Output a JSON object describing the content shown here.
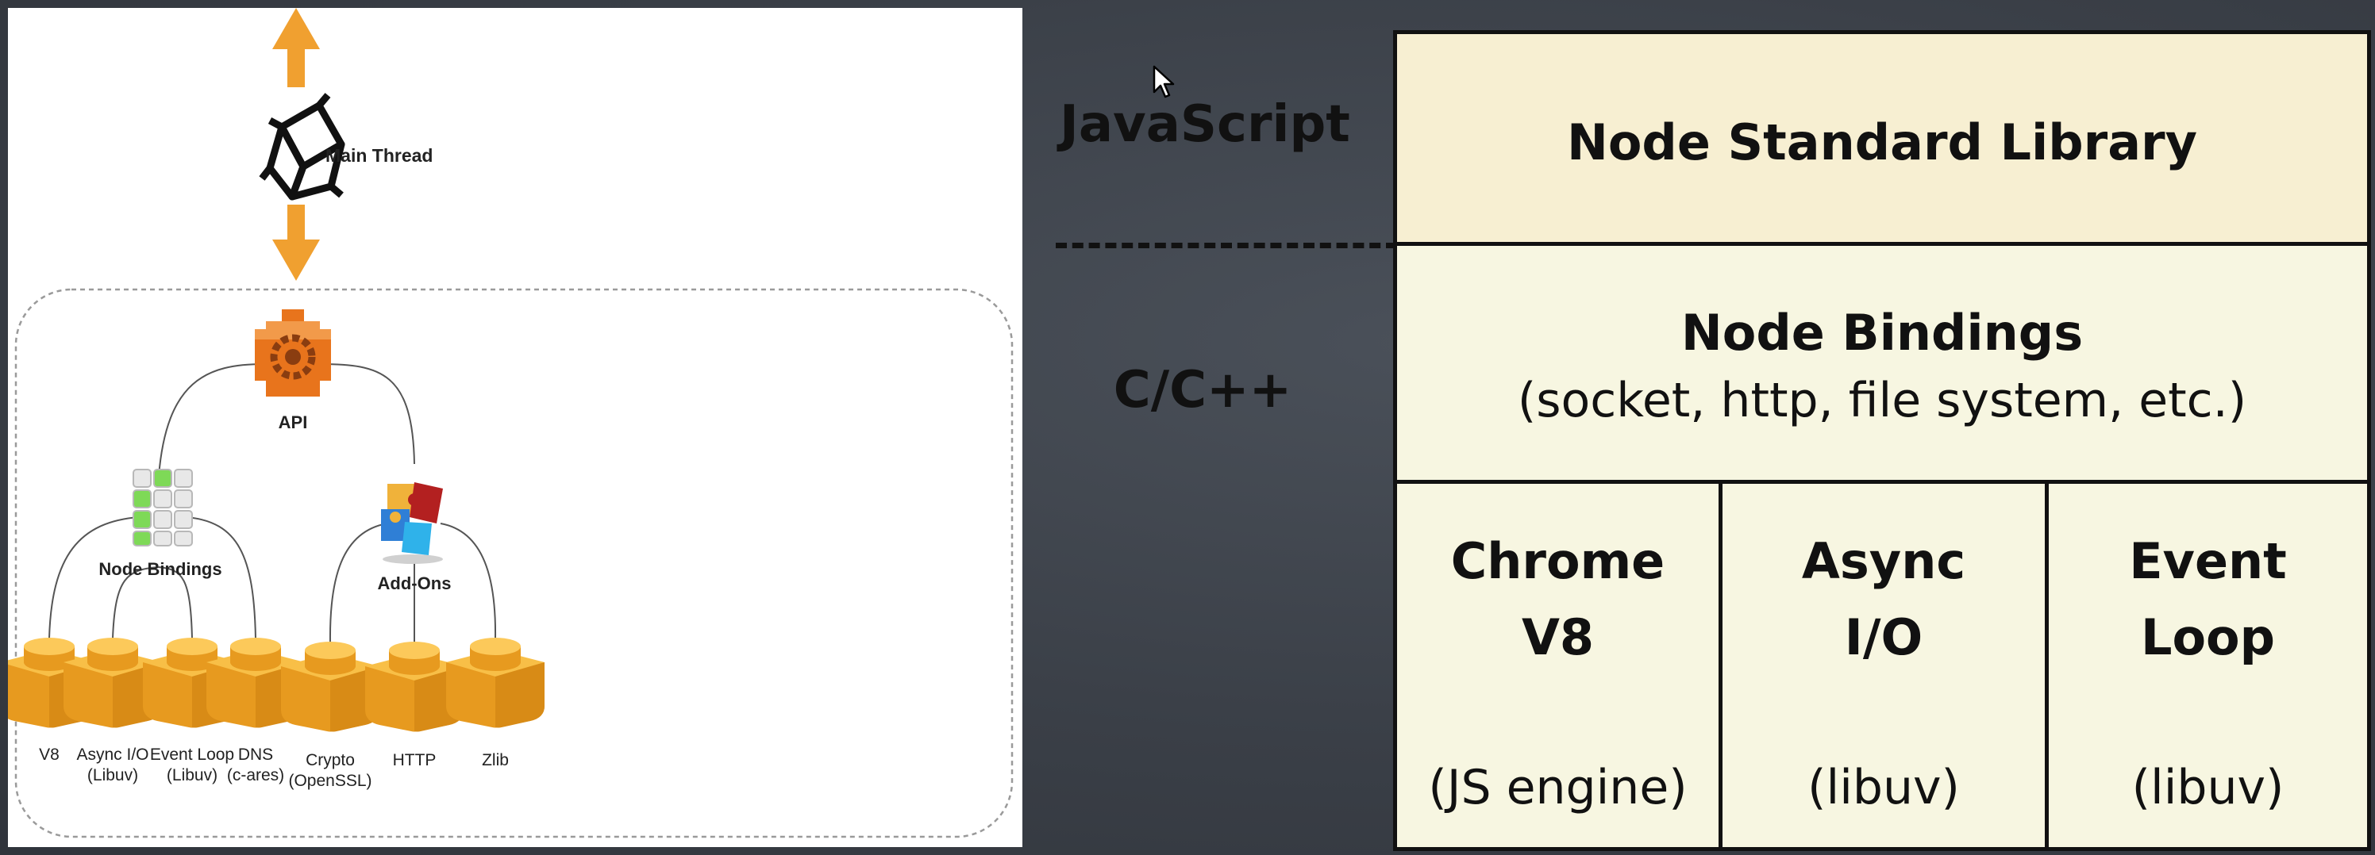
{
  "left_diagram": {
    "main_thread": "Main Thread",
    "api": "API",
    "node_bindings": "Node Bindings",
    "add_ons": "Add-Ons",
    "blocks": [
      {
        "line1": "V8",
        "line2": ""
      },
      {
        "line1": "Async I/O",
        "line2": "(Libuv)"
      },
      {
        "line1": "Event Loop",
        "line2": "(Libuv)"
      },
      {
        "line1": "DNS",
        "line2": "(c-ares)"
      },
      {
        "line1": "Crypto",
        "line2": "(OpenSSL)"
      },
      {
        "line1": "HTTP",
        "line2": ""
      },
      {
        "line1": "Zlib",
        "line2": ""
      }
    ]
  },
  "layers": {
    "javascript": "JavaScript",
    "cpp": "C/C++"
  },
  "stack": {
    "stdlib": "Node Standard Library",
    "bindings_title": "Node Bindings",
    "bindings_sub": "(socket, http, file system, etc.)",
    "cells": [
      {
        "title1": "Chrome",
        "title2": "V8",
        "sub": "(JS engine)"
      },
      {
        "title1": "Async",
        "title2": "I/O",
        "sub": "(libuv)"
      },
      {
        "title1": "Event",
        "title2": "Loop",
        "sub": "(libuv)"
      }
    ]
  },
  "colors": {
    "orange": "#f0a030",
    "block_yellow": "#f6b12d",
    "stdlib_bg": "#f7efd2",
    "box_bg": "#f7f6e1"
  },
  "icons": [
    "arrow-up-icon",
    "arrow-down-icon",
    "cube-icon",
    "gear-icon",
    "grid-icon",
    "puzzle-icon",
    "lego-block-icon",
    "cursor-icon"
  ]
}
